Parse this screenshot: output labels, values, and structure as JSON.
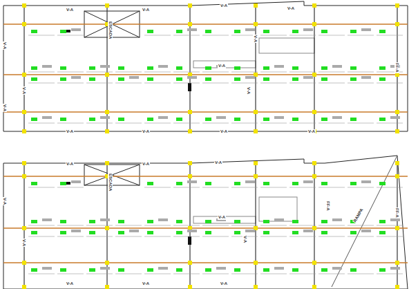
{
  "diagram": {
    "labels": [
      "V-A",
      "V-A",
      "V-A",
      "V-A",
      "V-A",
      "ESCADA",
      "V-A",
      "V-A",
      "V-A",
      "V-A",
      "FF-A",
      "V-A",
      "V-A",
      "V-A",
      "V-A",
      "V-A",
      "V-A",
      "V-A",
      "V-A",
      "V-A",
      "ESCADA",
      "V-A",
      "FF-A",
      "FF-A",
      "V-A",
      "V-A",
      "V-A",
      "V-A",
      "RAMPA",
      "V-A"
    ]
  }
}
